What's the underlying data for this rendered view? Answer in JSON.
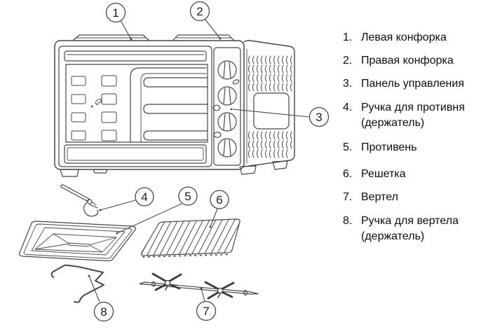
{
  "colors": {
    "background": "#ffffff",
    "line": "#474747",
    "text": "#0d0d0d"
  },
  "diagram": {
    "callouts": {
      "c1": "1",
      "c2": "2",
      "c3": "3",
      "c4": "4",
      "c5": "5",
      "c6": "6",
      "c7": "7",
      "c8": "8"
    }
  },
  "legend": {
    "items": [
      {
        "num": "1.",
        "label": "Левая конфорка"
      },
      {
        "num": "2.",
        "label": "Правая конфорка"
      },
      {
        "num": "3.",
        "label": "Панель управления"
      },
      {
        "num": "4.",
        "label": "Ручка для противня",
        "label2": "(держатель)"
      },
      {
        "num": "5.",
        "label": "Противень"
      },
      {
        "num": "6.",
        "label": "Решетка"
      },
      {
        "num": "7.",
        "label": "Вертел"
      },
      {
        "num": "8.",
        "label": "Ручка для вертела",
        "label2": "(держатель)"
      }
    ]
  }
}
